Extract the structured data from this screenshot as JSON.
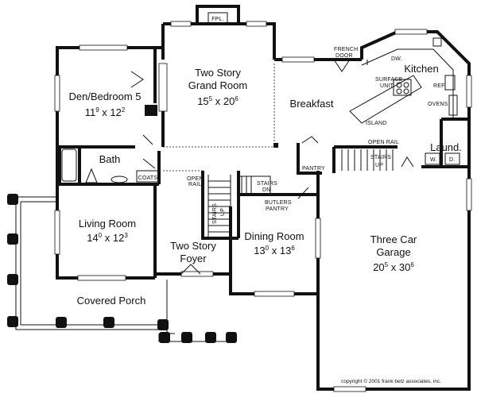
{
  "rooms": {
    "fpl": "FPL.",
    "grand_room": {
      "line1": "Two Story",
      "line2": "Grand Room",
      "dim_a": "15",
      "dim_a_sup": "5",
      "dim_b": "20",
      "dim_b_sup": "6"
    },
    "den": {
      "line1": "Den/Bedroom 5",
      "dim_a": "11",
      "dim_a_sup": "9",
      "dim_b": "12",
      "dim_b_sup": "2"
    },
    "kitchen": {
      "name": "Kitchen",
      "dw": "DW.",
      "surface_unit_1": "SURFACE",
      "surface_unit_2": "UNIT",
      "ref": "REF.",
      "ovens": "OVENS",
      "island": "ISLAND"
    },
    "french_door": {
      "line1": "FRENCH",
      "line2": "DOOR"
    },
    "breakfast": "Breakfast",
    "laundry": {
      "name": "Laund.",
      "w": "W.",
      "d": "D."
    },
    "bath": "Bath",
    "coats": "COATS",
    "open_rail_left": {
      "line1": "OPEN",
      "line2": "RAIL"
    },
    "open_rail_right": "OPEN RAIL",
    "stairs_up_right": {
      "line1": "STAIRS",
      "line2": "UP"
    },
    "pantry": "PANTRY",
    "stairs_dn": {
      "line1": "STAIRS",
      "line2": "DN"
    },
    "butlers_pantry": {
      "line1": "BUTLERS",
      "line2": "PANTRY"
    },
    "stairs_up_left": {
      "line1": "STAIRS",
      "line2": "UP"
    },
    "living_room": {
      "name": "Living Room",
      "dim_a": "14",
      "dim_a_sup": "0",
      "dim_b": "12",
      "dim_b_sup": "3"
    },
    "foyer": {
      "line1": "Two Story",
      "line2": "Foyer"
    },
    "dining_room": {
      "name": "Dining Room",
      "dim_a": "13",
      "dim_a_sup": "0",
      "dim_b": "13",
      "dim_b_sup": "6"
    },
    "garage": {
      "line1": "Three Car",
      "line2": "Garage",
      "dim_a": "20",
      "dim_a_sup": "5",
      "dim_b": "30",
      "dim_b_sup": "6"
    },
    "porch": "Covered Porch"
  },
  "copyright": "copyright © 2001 frank betz associates, inc.",
  "colors": {
    "ink": "#111111",
    "paper": "#ffffff"
  }
}
